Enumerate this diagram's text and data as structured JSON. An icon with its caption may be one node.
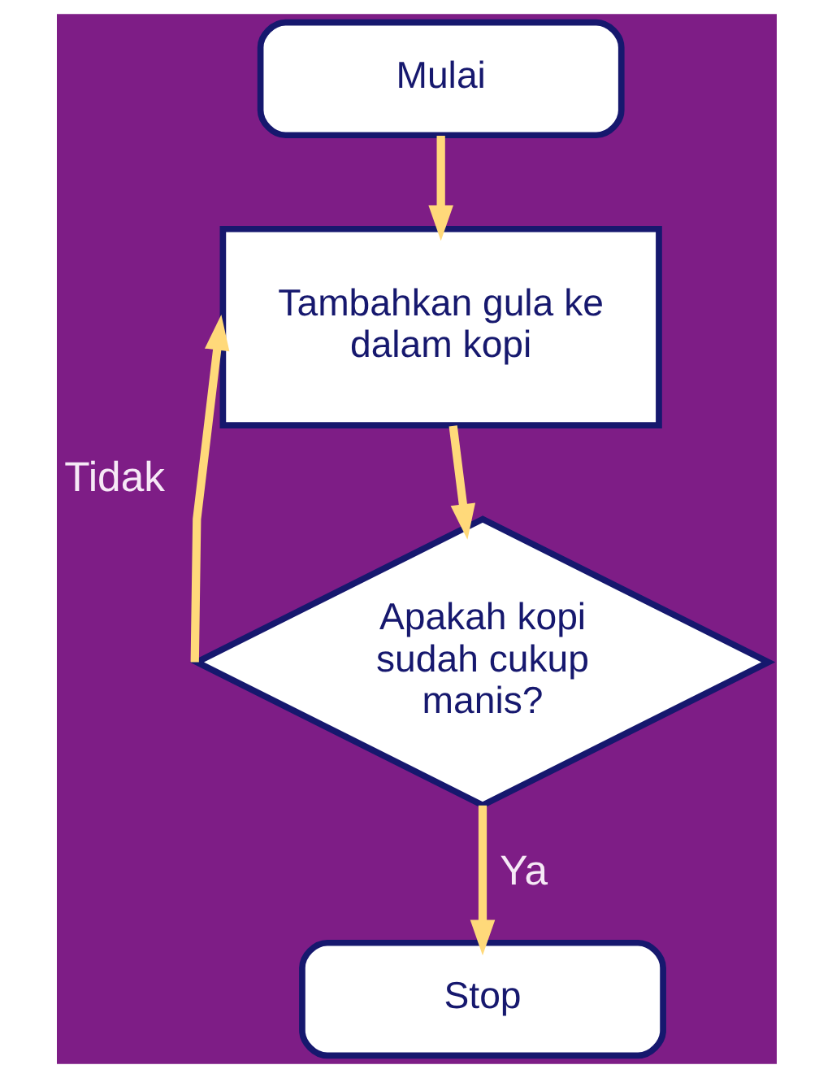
{
  "diagram": {
    "nodes": [
      {
        "text": [
          "Mulai"
        ]
      },
      {
        "text": [
          "Tambahkan gula ke dalam kopi"
        ]
      },
      {
        "text": [
          "Apakah kopi sudah cukup manis?"
        ]
      },
      {
        "text": [
          "Stop"
        ]
      }
    ],
    "edges": [
      {
        "from": 0,
        "to": 1,
        "arrow": "to"
      },
      {
        "from": 1,
        "to": 2,
        "arrow": "to"
      },
      {
        "from": 2,
        "to": 1,
        "arrow": "to",
        "label": "Tidak"
      },
      {
        "from": 2,
        "to": 3,
        "arrow": "to",
        "label": "Ya"
      }
    ]
  }
}
